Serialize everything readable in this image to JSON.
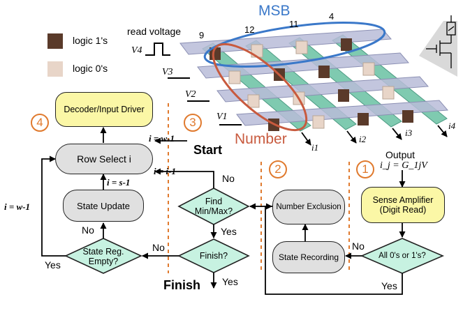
{
  "legend": {
    "logic1": "logic 1's",
    "logic0": "logic 0's",
    "read_voltage": "read voltage"
  },
  "colors": {
    "logic1": "#5a3a2a",
    "logic0": "#e8d5c8",
    "yellow_box": "#fbf7a6",
    "gray_box": "#e0e0e0",
    "diamond": "#c7f2e1",
    "accent": "#e07a2e",
    "msb_ellipse": "#3a78c9",
    "number_ellipse": "#c85a3e",
    "bar_top": "#a5a8c9",
    "bar_bottom": "#7fcab0"
  },
  "labels": {
    "msb": "MSB",
    "number": "Number",
    "output": "Output",
    "equation": "i_j = G_1jV",
    "col_nums": [
      "9",
      "12",
      "11",
      "4"
    ],
    "voltages": [
      "V4",
      "V3",
      "V2",
      "V1"
    ],
    "currents": [
      "i1",
      "i2",
      "i3",
      "i4"
    ],
    "start": "Start",
    "finish": "Finish"
  },
  "steps": [
    "4",
    "3",
    "2",
    "1"
  ],
  "nodes": {
    "decoder": "Decoder/Input Driver",
    "row_select": "Row Select i",
    "state_update": "State Update",
    "state_reg_empty": "State Reg. Empty?",
    "find_minmax": "Find Min/Max?",
    "finish_q": "Finish?",
    "number_exclusion": "Number Exclusion",
    "state_recording": "State Recording",
    "sense_amp": "Sense Amplifier (Digit Read)",
    "all_01": "All 0's or 1's?"
  },
  "edges": {
    "i_eq_w1_top": "i = w-1",
    "i_eq_i1": "i = i-1",
    "i_eq_s1": "i = s-1",
    "i_eq_w1_left": "i = w-1",
    "yes": "Yes",
    "no": "No"
  }
}
